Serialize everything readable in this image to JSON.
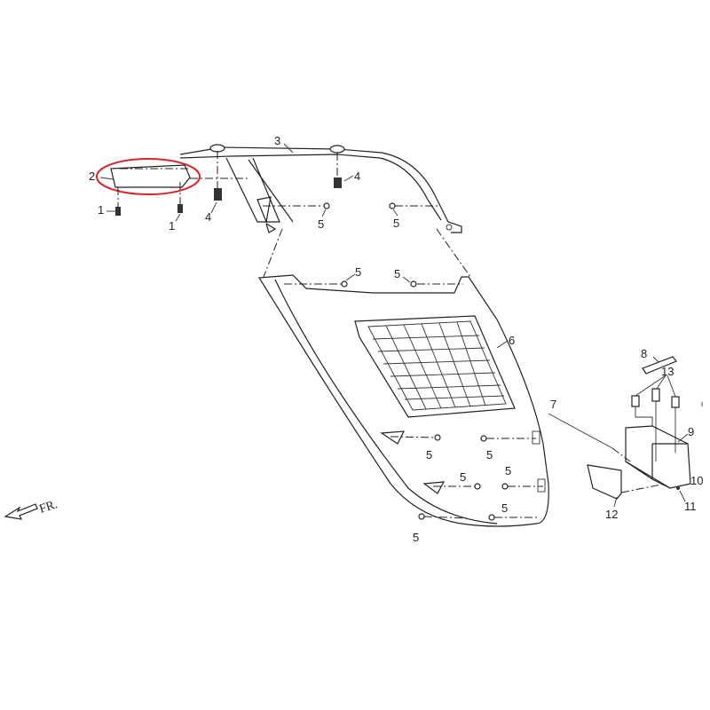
{
  "diagram": {
    "highlight_color": "#d9262c",
    "direction_label": "FR.",
    "callouts": [
      "1",
      "1",
      "2",
      "3",
      "4",
      "4",
      "5",
      "5",
      "5",
      "5",
      "5",
      "5",
      "5",
      "5",
      "5",
      "5",
      "6",
      "7",
      "8",
      "9",
      "10",
      "11",
      "12",
      "13"
    ]
  }
}
